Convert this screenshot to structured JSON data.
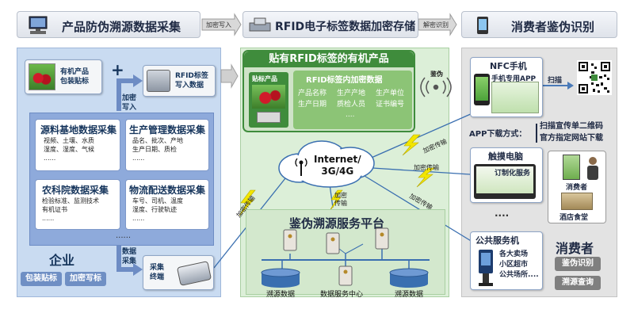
{
  "header": {
    "left_title": "产品防伪溯源数据采集",
    "arrow1": "加密写入",
    "mid_title": "RFID电子标签数据加密存储",
    "arrow2": "解密识别",
    "right_title": "消费者鉴伪识别"
  },
  "left": {
    "organic_pkg": "有机产品\n包装贴标",
    "plus": "+",
    "rfid_write": "RFID标签\n写入数据",
    "encrypt_write": "加密\n写入",
    "cards": [
      {
        "title": "源料基地数据采集",
        "text": "视频、土壤、水质\n湿度、湿度、气候\n......"
      },
      {
        "title": "生产管理数据采集",
        "text": "品名、批次、产地\n生产日期、质检\n......"
      },
      {
        "title": "农科院数据采集",
        "text": "检验标准、监测技术\n有机证书\n......"
      },
      {
        "title": "物流配送数据采集",
        "text": "车号、司机、温度\n湿度、行驶轨迹\n......"
      }
    ],
    "more": "......",
    "enterprise": "企业",
    "btn1": "包装贴标",
    "btn2": "加密写标",
    "data_collect": "数据\n采集",
    "collect_terminal": "采集\n终端"
  },
  "middle": {
    "product_header": "贴有RFID标签的有机产品",
    "sticker_label": "贴标产品",
    "rfid_data_title": "RFID标签内加密数据",
    "rfid_fields": [
      "产品名称",
      "生产产地",
      "生产单位",
      "生产日期",
      "质检人员",
      "证书编号",
      "...."
    ],
    "identify": "鉴伪",
    "internet": "Internet/\n3G/4G",
    "enc1": "加密传输",
    "enc2": "加密传输",
    "enc3": "加密传输",
    "enc4": "加密\n传输",
    "enc5": "加密传输",
    "platform_title": "鉴伪溯源服务平台",
    "db_left": "溯源数据",
    "db_center": "数据服务中心",
    "db_right": "溯源数据"
  },
  "right": {
    "nfc_title": "NFC手机",
    "phone_app": "手机专用APP",
    "scan": "扫描",
    "app_download": "APP下载方式：",
    "download_opts": "扫描宣传单二维码\n官方指定网站下载",
    "touch_pc": "触摸电脑",
    "ordering": "订制化服务",
    "consumer_small": "消费者",
    "restaurant": "酒店食堂",
    "more": "....",
    "public_machine": "公共服务机",
    "places": "各大卖场\n小区超市\n公共场所....",
    "consumer_big": "消费者",
    "btn1": "鉴伪识别",
    "btn2": "溯源查询"
  },
  "colors": {
    "left_panel": "#c9dbf1",
    "mid_panel": "#dcefd8",
    "right_panel": "#e3e3e3",
    "green_header": "#3f8c3c",
    "lightning": "#f2e600"
  }
}
